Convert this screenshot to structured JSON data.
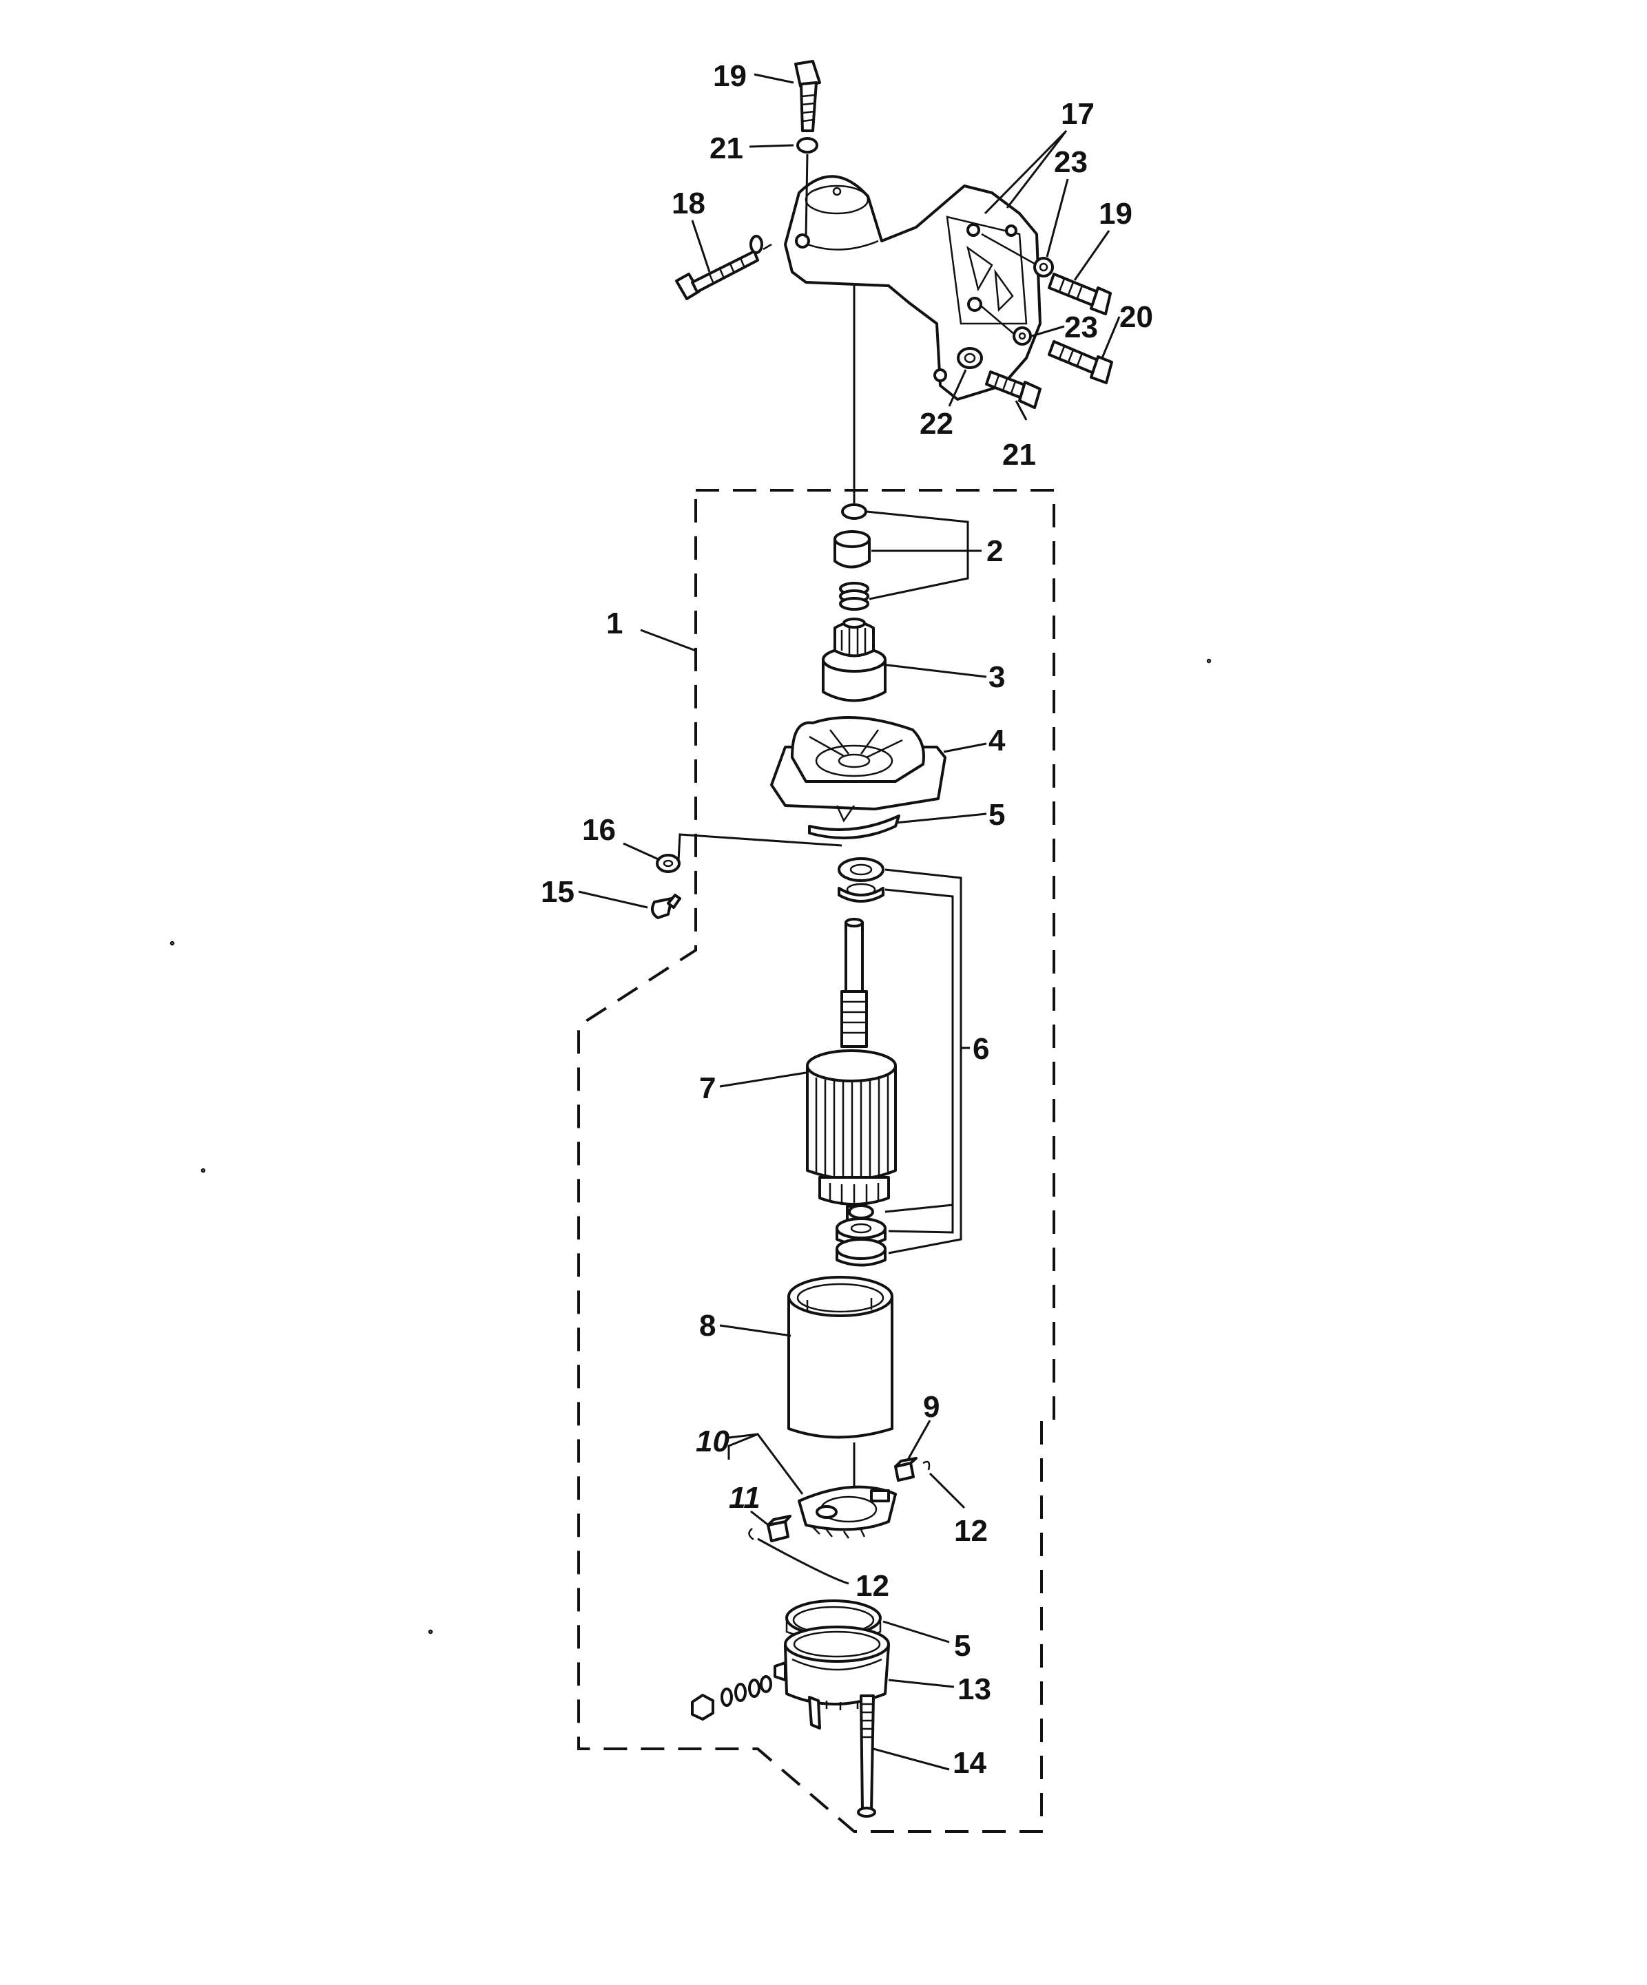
{
  "diagram": {
    "callouts": [
      {
        "id": "1",
        "text": "1",
        "italic": false
      },
      {
        "id": "2",
        "text": "2",
        "italic": false
      },
      {
        "id": "3",
        "text": "3",
        "italic": false
      },
      {
        "id": "4",
        "text": "4",
        "italic": false
      },
      {
        "id": "5a",
        "text": "5",
        "italic": false
      },
      {
        "id": "5b",
        "text": "5",
        "italic": false
      },
      {
        "id": "6",
        "text": "6",
        "italic": false
      },
      {
        "id": "7",
        "text": "7",
        "italic": false
      },
      {
        "id": "8",
        "text": "8",
        "italic": false
      },
      {
        "id": "9",
        "text": "9",
        "italic": false
      },
      {
        "id": "10",
        "text": "10",
        "italic": true
      },
      {
        "id": "11",
        "text": "11",
        "italic": true
      },
      {
        "id": "12a",
        "text": "12",
        "italic": false
      },
      {
        "id": "12b",
        "text": "12",
        "italic": false
      },
      {
        "id": "13",
        "text": "13",
        "italic": false
      },
      {
        "id": "14",
        "text": "14",
        "italic": false
      },
      {
        "id": "15",
        "text": "15",
        "italic": false
      },
      {
        "id": "16",
        "text": "16",
        "italic": false
      },
      {
        "id": "17",
        "text": "17",
        "italic": false
      },
      {
        "id": "18",
        "text": "18",
        "italic": false
      },
      {
        "id": "19a",
        "text": "19",
        "italic": false
      },
      {
        "id": "19b",
        "text": "19",
        "italic": false
      },
      {
        "id": "20",
        "text": "20",
        "italic": false
      },
      {
        "id": "21a",
        "text": "21",
        "italic": false
      },
      {
        "id": "21b",
        "text": "21",
        "italic": false
      },
      {
        "id": "22",
        "text": "22",
        "italic": false
      },
      {
        "id": "23a",
        "text": "23",
        "italic": false
      },
      {
        "id": "23b",
        "text": "23",
        "italic": false
      }
    ]
  }
}
